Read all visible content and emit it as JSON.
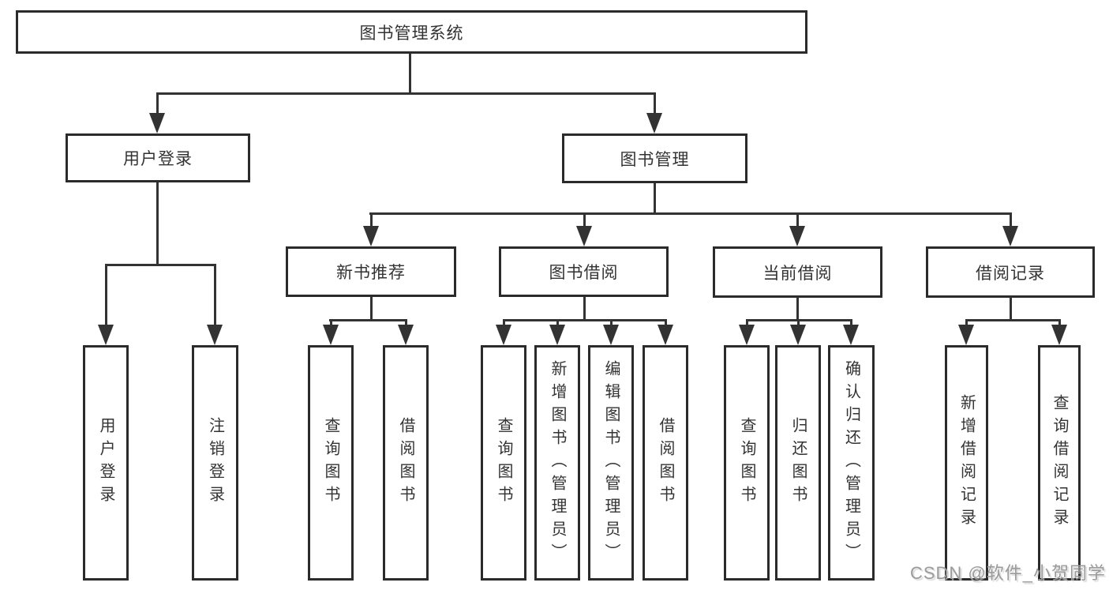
{
  "diagram": {
    "root": {
      "label": "图书管理系统"
    },
    "branches": [
      {
        "label": "用户登录",
        "children": [
          {
            "label": "用户登录"
          },
          {
            "label": "注销登录"
          }
        ]
      },
      {
        "label": "图书管理",
        "children": [
          {
            "label": "新书推荐",
            "children": [
              {
                "label": "查询图书"
              },
              {
                "label": "借阅图书"
              }
            ]
          },
          {
            "label": "图书借阅",
            "children": [
              {
                "label": "查询图书"
              },
              {
                "label": "新增图书（管理员）"
              },
              {
                "label": "编辑图书（管理员）"
              },
              {
                "label": "借阅图书"
              }
            ]
          },
          {
            "label": "当前借阅",
            "children": [
              {
                "label": "查询图书"
              },
              {
                "label": "归还图书"
              },
              {
                "label": "确认归还（管理员）"
              }
            ]
          },
          {
            "label": "借阅记录",
            "children": [
              {
                "label": "新增借阅记录"
              },
              {
                "label": "查询借阅记录"
              }
            ]
          }
        ]
      }
    ]
  },
  "watermark": {
    "text": "CSDN @软件_小贺同学"
  },
  "colors": {
    "background": "#ffffff",
    "line": "#333333",
    "box_border": "#2b2b2b",
    "text": "#333333",
    "watermark": "#9a9a9a"
  }
}
